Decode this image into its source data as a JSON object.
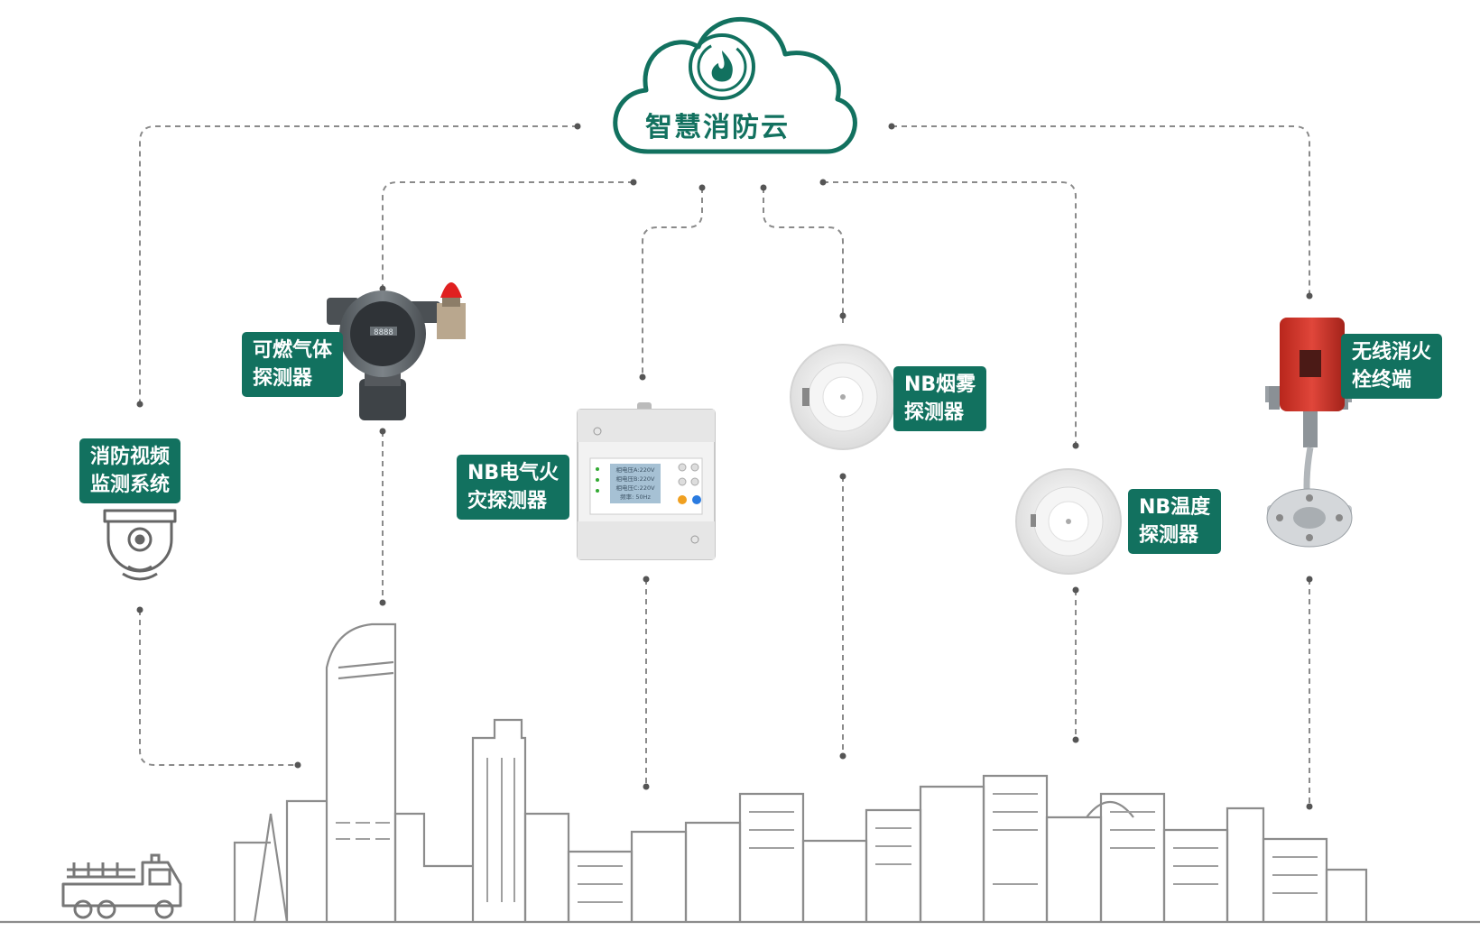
{
  "cloud": {
    "title": "智慧消防云",
    "color": "#12715f",
    "icon": "fire-icon"
  },
  "devices": [
    {
      "id": "video",
      "line1": "消防视频",
      "line2": "监测系统",
      "icon": "surveillance-camera-icon"
    },
    {
      "id": "gas",
      "line1": "可燃气体",
      "line2": "探测器",
      "icon": "gas-detector-icon"
    },
    {
      "id": "electric",
      "line1": "NB电气火",
      "line2": "灾探测器",
      "icon": "electrical-fire-detector-icon"
    },
    {
      "id": "smoke",
      "line1": "NB烟雾",
      "line2": "探测器",
      "icon": "smoke-detector-icon"
    },
    {
      "id": "temperature",
      "line1": "NB温度",
      "line2": "探测器",
      "icon": "temperature-detector-icon"
    },
    {
      "id": "hydrant",
      "line1": "无线消火",
      "line2": "栓终端",
      "icon": "hydrant-terminal-icon"
    }
  ],
  "electric_display": [
    "相电压A:220V",
    "相电压B:220V",
    "相电压C:220V",
    "频率: 50Hz"
  ],
  "accent_color": "#12715f",
  "line_color": "#888888"
}
